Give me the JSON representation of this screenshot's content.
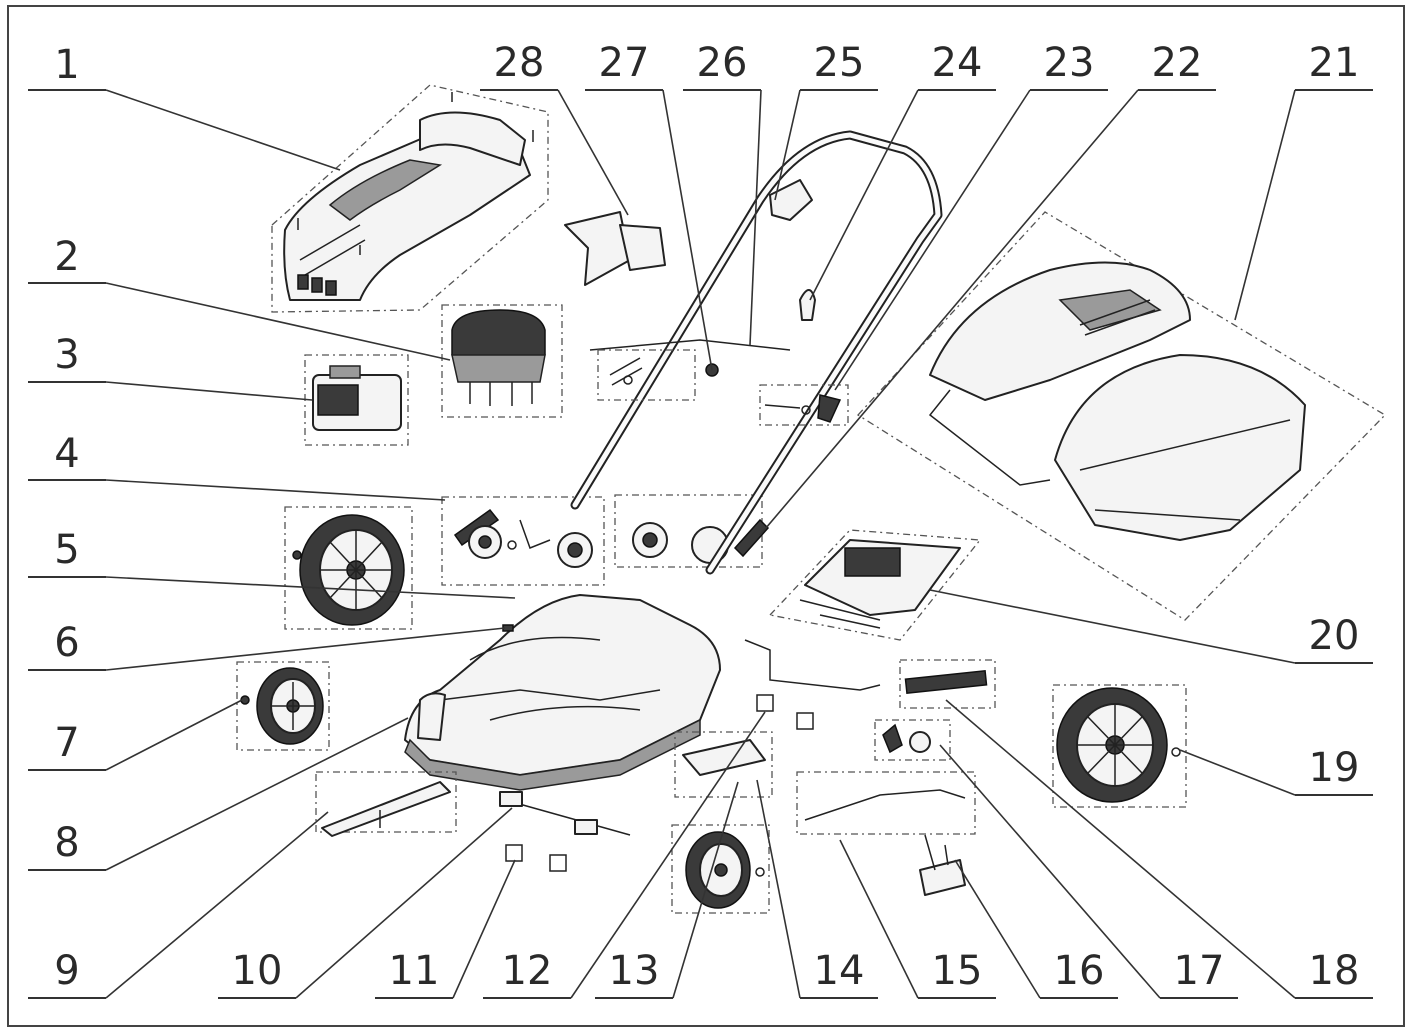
{
  "callouts": [
    {
      "id": "1",
      "label": "1"
    },
    {
      "id": "2",
      "label": "2"
    },
    {
      "id": "3",
      "label": "3"
    },
    {
      "id": "4",
      "label": "4"
    },
    {
      "id": "5",
      "label": "5"
    },
    {
      "id": "6",
      "label": "6"
    },
    {
      "id": "7",
      "label": "7"
    },
    {
      "id": "8",
      "label": "8"
    },
    {
      "id": "9",
      "label": "9"
    },
    {
      "id": "10",
      "label": "10"
    },
    {
      "id": "11",
      "label": "11"
    },
    {
      "id": "12",
      "label": "12"
    },
    {
      "id": "13",
      "label": "13"
    },
    {
      "id": "14",
      "label": "14"
    },
    {
      "id": "15",
      "label": "15"
    },
    {
      "id": "16",
      "label": "16"
    },
    {
      "id": "17",
      "label": "17"
    },
    {
      "id": "18",
      "label": "18"
    },
    {
      "id": "19",
      "label": "19"
    },
    {
      "id": "20",
      "label": "20"
    },
    {
      "id": "21",
      "label": "21"
    },
    {
      "id": "22",
      "label": "22"
    },
    {
      "id": "23",
      "label": "23"
    },
    {
      "id": "24",
      "label": "24"
    },
    {
      "id": "25",
      "label": "25"
    },
    {
      "id": "26",
      "label": "26"
    },
    {
      "id": "27",
      "label": "27"
    },
    {
      "id": "28",
      "label": "28"
    }
  ],
  "colors": {
    "line": "#222222",
    "label": "#2a2a2a",
    "background": "#ffffff"
  }
}
